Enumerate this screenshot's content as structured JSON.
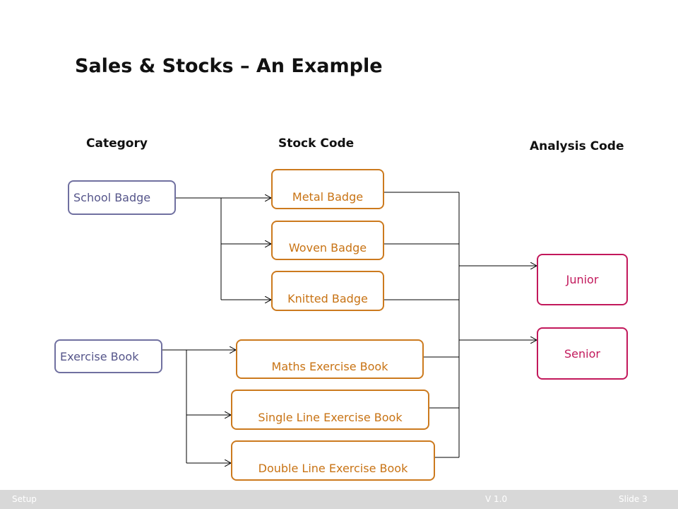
{
  "slide": {
    "title": "Sales & Stocks – An Example"
  },
  "headers": {
    "category": "Category",
    "stock_code": "Stock Code",
    "analysis_code": "Analysis Code"
  },
  "categories": [
    "School Badge",
    "Exercise Book"
  ],
  "stock_codes": [
    "Metal Badge",
    "Woven Badge",
    "Knitted  Badge",
    "Maths Exercise Book",
    "Single Line Exercise Book",
    "Double Line Exercise Book"
  ],
  "analysis_codes": [
    "Junior",
    "Senior"
  ],
  "colors": {
    "category_border": "#7070a0",
    "stock_border": "#cc7a1e",
    "analysis_border": "#c2185b"
  },
  "footer": {
    "left": "Setup",
    "version": "V 1.0",
    "slide_number": "Slide 3"
  }
}
